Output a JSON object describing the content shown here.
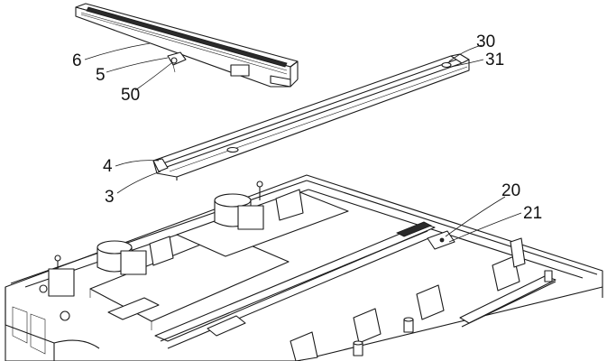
{
  "labels": {
    "l6": "6",
    "l5": "5",
    "l50": "50",
    "l30": "30",
    "l31": "31",
    "l4": "4",
    "l3": "3",
    "l20": "20",
    "l21": "21"
  }
}
